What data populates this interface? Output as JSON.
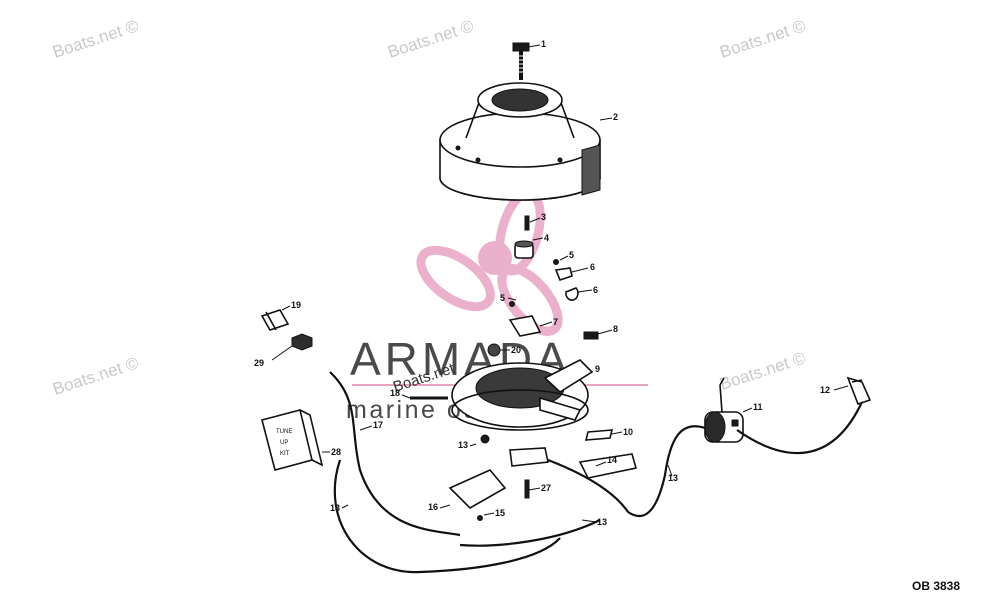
{
  "watermark": "Boats.net ©",
  "watermark_inline": "Boats.net",
  "logo": {
    "name": "ARMADA",
    "tagline": "marine outboards",
    "accent_color": "#e8a3c3"
  },
  "figure_code": "OB 3838",
  "part_labels": {
    "box": [
      "TUNE",
      "UP",
      "KIT"
    ]
  },
  "callouts": [
    "1",
    "2",
    "3",
    "4",
    "5",
    "6",
    "5",
    "6",
    "7",
    "8",
    "9",
    "10",
    "11",
    "12",
    "13",
    "13",
    "13",
    "13",
    "14",
    "15",
    "16",
    "17",
    "18",
    "19",
    "20",
    "27",
    "28",
    "29"
  ]
}
